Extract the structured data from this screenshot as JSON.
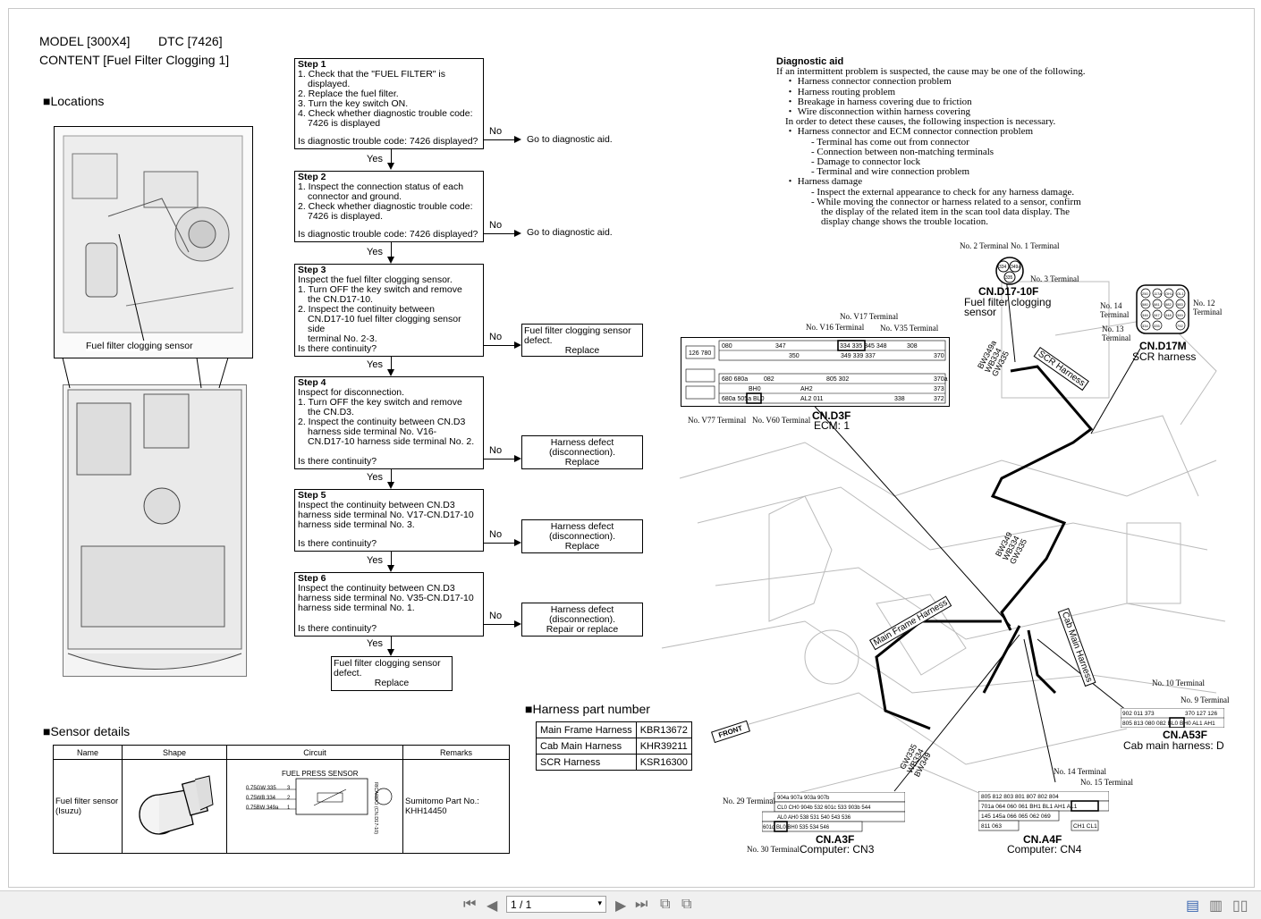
{
  "header": {
    "model": "MODEL [300X4]",
    "dtc": "DTC [7426]",
    "content": "CONTENT [Fuel Filter Clogging 1]"
  },
  "sections": {
    "locations": "■Locations",
    "sensor_details": "■Sensor details",
    "harness_part": "■Harness part number"
  },
  "location_caption": "Fuel filter clogging sensor",
  "steps": [
    {
      "title": "Step 1",
      "lines": [
        "1. Check that the \"FUEL FILTER\" is",
        "displayed.",
        "2. Replace the fuel filter.",
        "3. Turn the key switch ON.",
        "4. Check whether diagnostic trouble code:",
        "7426 is displayed"
      ],
      "question": "Is diagnostic trouble code: 7426 displayed?"
    },
    {
      "title": "Step 2",
      "lines": [
        "1. Inspect the connection status of each",
        "connector and ground.",
        "2. Check whether diagnostic trouble code:",
        "7426 is displayed."
      ],
      "question": "Is diagnostic trouble code: 7426 displayed?"
    },
    {
      "title": "Step 3",
      "lines": [
        "Inspect the fuel filter clogging sensor.",
        "1. Turn OFF the key switch and remove",
        "the CN.D17-10.",
        "2. Inspect the continuity between",
        "CN.D17-10 fuel filter clogging sensor side",
        "terminal No. 2-3."
      ],
      "question": "Is there continuity?"
    },
    {
      "title": "Step 4",
      "lines": [
        "Inspect for disconnection.",
        "1. Turn OFF the key switch and remove",
        "the CN.D3.",
        "2. Inspect the continuity between CN.D3",
        "harness side terminal No. V16-",
        "CN.D17-10 harness side terminal No. 2."
      ],
      "question": "Is there continuity?"
    },
    {
      "title": "Step 5",
      "lines": [
        "Inspect the continuity between CN.D3",
        "harness side terminal No. V17-CN.D17-10",
        "harness side terminal No. 3."
      ],
      "question": "Is there continuity?"
    },
    {
      "title": "Step 6",
      "lines": [
        "Inspect the continuity between CN.D3",
        "harness side terminal No. V35-CN.D17-10",
        "harness side terminal No. 1."
      ],
      "question": "Is there continuity?"
    }
  ],
  "flow": {
    "no": "No",
    "yes": "Yes",
    "goto": "Go to diagnostic aid.",
    "r3": [
      "Fuel filter clogging sensor",
      "defect.",
      "Replace"
    ],
    "r4": [
      "Harness defect",
      "(disconnection).",
      "Replace"
    ],
    "r5": [
      "Harness defect",
      "(disconnection).",
      "Replace"
    ],
    "r6": [
      "Harness defect",
      "(disconnection).",
      "Repair or replace"
    ],
    "final": [
      "Fuel filter clogging sensor",
      "defect.",
      "Replace"
    ]
  },
  "diag_aid": {
    "title": "Diagnostic aid",
    "lines": [
      "If an intermittent problem is suspected, the cause may be one of the following.",
      "・ Harness connector connection problem",
      "・ Harness routing problem",
      "・ Breakage in harness covering due to friction",
      "・ Wire disconnection within harness covering",
      "In order to detect these causes, the following inspection is necessary.",
      "・ Harness connector and ECM connector connection problem",
      "- Terminal has come out from connector",
      "- Connection between non-matching terminals",
      "- Damage to connector lock",
      "- Terminal and wire connection problem",
      "・ Harness damage",
      "- Inspect the external appearance to check for any harness damage.",
      "- While moving the connector or harness related to a sensor, confirm",
      "the display of the related item in the scan tool data display. The",
      "display change shows the trouble location."
    ]
  },
  "harness_parts": [
    {
      "name": "Main Frame Harness",
      "part": "KBR13672"
    },
    {
      "name": "Cab Main Harness",
      "part": "KHR39211"
    },
    {
      "name": "SCR Harness",
      "part": "KSR16300"
    }
  ],
  "sensor_table": {
    "headers": [
      "Name",
      "Shape",
      "Circuit",
      "Remarks"
    ],
    "name": "Fuel filter sensor (Isuzu)",
    "circuit_title": "FUEL PRESS SENSOR",
    "wires": [
      "0.75GW 335",
      "0.75WB 334",
      "0.75BW 349a"
    ],
    "pins": [
      "3",
      "2",
      "1"
    ],
    "circuit_side": "RICARDO (CN.D17-10)",
    "remarks": "Sumitomo Part No.: KHH14450"
  },
  "connectors": {
    "d17_10f": {
      "title": "CN.D17-10F",
      "desc1": "Fuel filter clogging",
      "desc2": "sensor",
      "t1": "No. 1 Terminal",
      "t2": "No. 2 Terminal",
      "t3": "No. 3 Terminal",
      "pins": [
        "334",
        "349a",
        "335"
      ]
    },
    "d17m": {
      "title": "CN.D17M",
      "desc": "SCR harness",
      "t12": "No. 12 Terminal",
      "t13": "No. 13 Terminal",
      "t14": "No. 14 Terminal",
      "pins": [
        "250",
        "117a",
        "OH1",
        "OL1",
        "580",
        "581",
        "582",
        "583",
        "346",
        "347",
        "348",
        "349",
        "334",
        "335",
        "792"
      ]
    },
    "d3f": {
      "title": "CN.D3F",
      "desc": "ECM: 1",
      "tv16": "No. V16 Terminal",
      "tv17": "No. V17 Terminal",
      "tv35": "No. V35 Terminal",
      "tv77": "No. V77 Terminal",
      "tv60": "No. V60 Terminal"
    },
    "a53f": {
      "title": "CN.A53F",
      "desc": "Cab main harness: D",
      "t9": "No. 9 Terminal",
      "t10": "No. 10 Terminal"
    },
    "a3f": {
      "title": "CN.A3F",
      "desc": "Computer: CN3",
      "t29": "No. 29 Terminal",
      "t30": "No. 30 Terminal"
    },
    "a4f": {
      "title": "CN.A4F",
      "desc": "Computer: CN4",
      "t14": "No. 14 Terminal",
      "t15": "No. 15 Terminal"
    }
  },
  "harness_labels": {
    "scr": "SCR Harness",
    "main_frame": "Main Frame Harness",
    "cab_main": "Cab Main Harness",
    "front": "FRONT",
    "wires1": [
      "BW349a",
      "WB334",
      "GW335"
    ],
    "wires2": [
      "BW349",
      "WB334",
      "GW335"
    ],
    "wires3": [
      "GW335",
      "WB334",
      "BW349"
    ]
  },
  "toolbar": {
    "page": "1 / 1"
  }
}
